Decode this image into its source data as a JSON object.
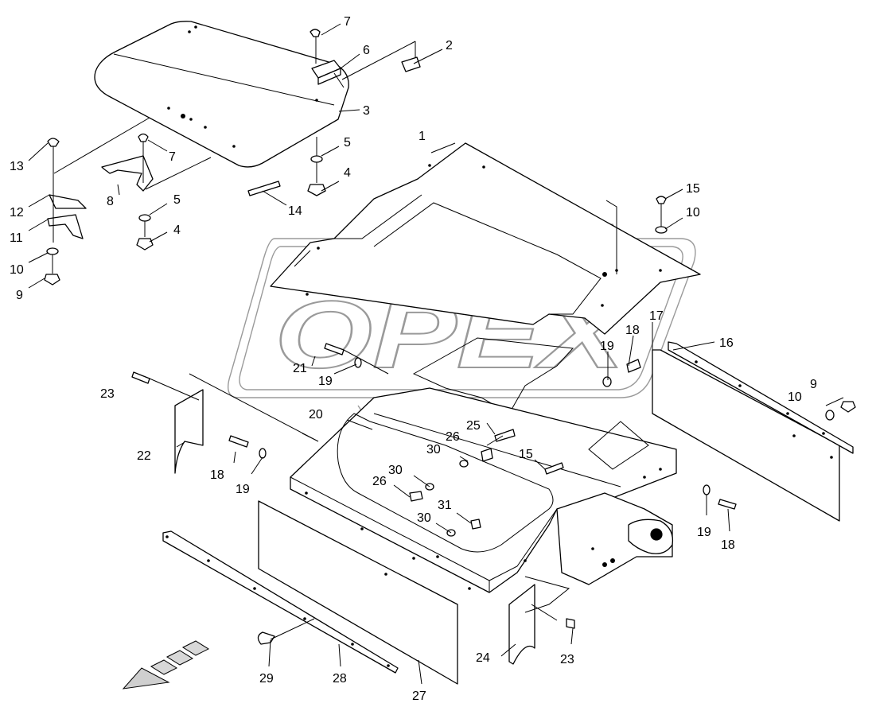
{
  "watermark": {
    "text": "OPEX"
  },
  "callouts": [
    "1",
    "2",
    "3",
    "4",
    "4",
    "5",
    "5",
    "6",
    "7",
    "7",
    "8",
    "9",
    "9",
    "10",
    "10",
    "10",
    "11",
    "12",
    "13",
    "14",
    "15",
    "15",
    "16",
    "17",
    "18",
    "18",
    "18",
    "19",
    "19",
    "19",
    "19",
    "20",
    "21",
    "22",
    "23",
    "23",
    "24",
    "25",
    "26",
    "26",
    "27",
    "28",
    "29",
    "30",
    "30",
    "30",
    "31"
  ],
  "direction_arrow": {
    "icon": "forward-direction-arrow-icon"
  }
}
